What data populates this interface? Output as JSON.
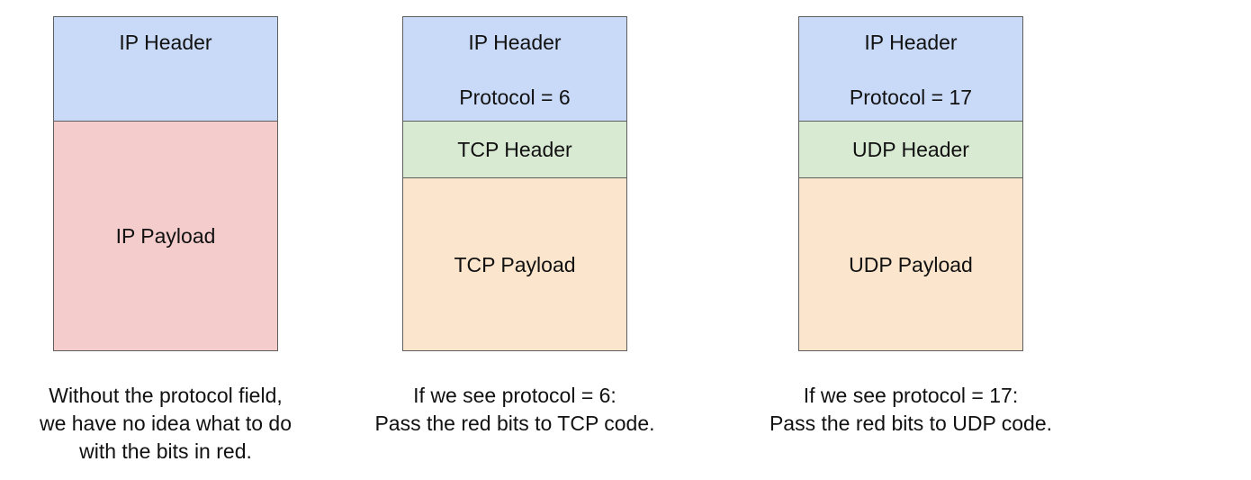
{
  "diagram": {
    "stacks": [
      {
        "ip_header": "IP Header",
        "ip_protocol": "",
        "payload": "IP Payload",
        "caption_lines": [
          "Without the protocol field,",
          "we have no idea what to do",
          "with the bits in red."
        ]
      },
      {
        "ip_header": "IP Header",
        "ip_protocol": "Protocol = 6",
        "transport_header": "TCP Header",
        "payload": "TCP Payload",
        "caption_lines": [
          "If we see protocol = 6:",
          "Pass the red bits to TCP code."
        ]
      },
      {
        "ip_header": "IP Header",
        "ip_protocol": "Protocol = 17",
        "transport_header": "UDP Header",
        "payload": "UDP Payload",
        "caption_lines": [
          "If we see protocol = 17:",
          "Pass the red bits to UDP code."
        ]
      }
    ],
    "colors": {
      "ip_header": "#c9daf8",
      "ip_payload": "#f4cccc",
      "transport_header": "#d9ead3",
      "transport_payload": "#fce5cd",
      "border": "#5f5f5f"
    }
  }
}
